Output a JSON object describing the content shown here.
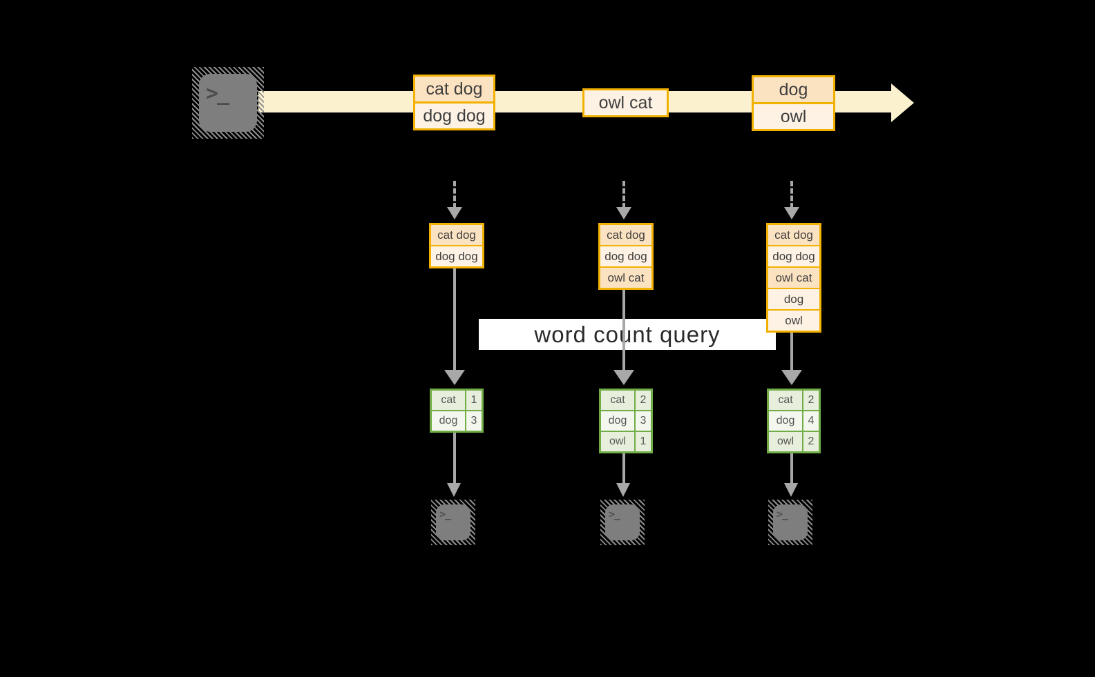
{
  "query": {
    "label": "word count query"
  },
  "terminal_prompt": ">_",
  "stream": {
    "events": [
      {
        "lines": [
          "cat dog",
          "dog dog"
        ]
      },
      {
        "lines": [
          "owl cat"
        ]
      },
      {
        "lines": [
          "dog",
          "owl"
        ]
      }
    ]
  },
  "columns": [
    {
      "batch": [
        "cat dog",
        "dog dog"
      ],
      "result": [
        {
          "word": "cat",
          "count": "1"
        },
        {
          "word": "dog",
          "count": "3"
        }
      ]
    },
    {
      "batch": [
        "cat dog",
        "dog dog",
        "owl cat"
      ],
      "result": [
        {
          "word": "cat",
          "count": "2"
        },
        {
          "word": "dog",
          "count": "3"
        },
        {
          "word": "owl",
          "count": "1"
        }
      ]
    },
    {
      "batch": [
        "cat dog",
        "dog dog",
        "owl cat",
        "dog",
        "owl"
      ],
      "result": [
        {
          "word": "cat",
          "count": "2"
        },
        {
          "word": "dog",
          "count": "4"
        },
        {
          "word": "owl",
          "count": "2"
        }
      ]
    }
  ],
  "colors": {
    "accent_orange": "#f2b100",
    "accent_green": "#70ad47",
    "stream_fill": "#fcf1cf",
    "box_fill_dark": "#fbe2c1",
    "box_fill_light": "#fdf2e3",
    "table_fill_dark": "#e7efdc",
    "table_fill_light": "#f3f7ee",
    "connector_gray": "#a8a8a8",
    "query_band_bg": "#ffffff"
  }
}
